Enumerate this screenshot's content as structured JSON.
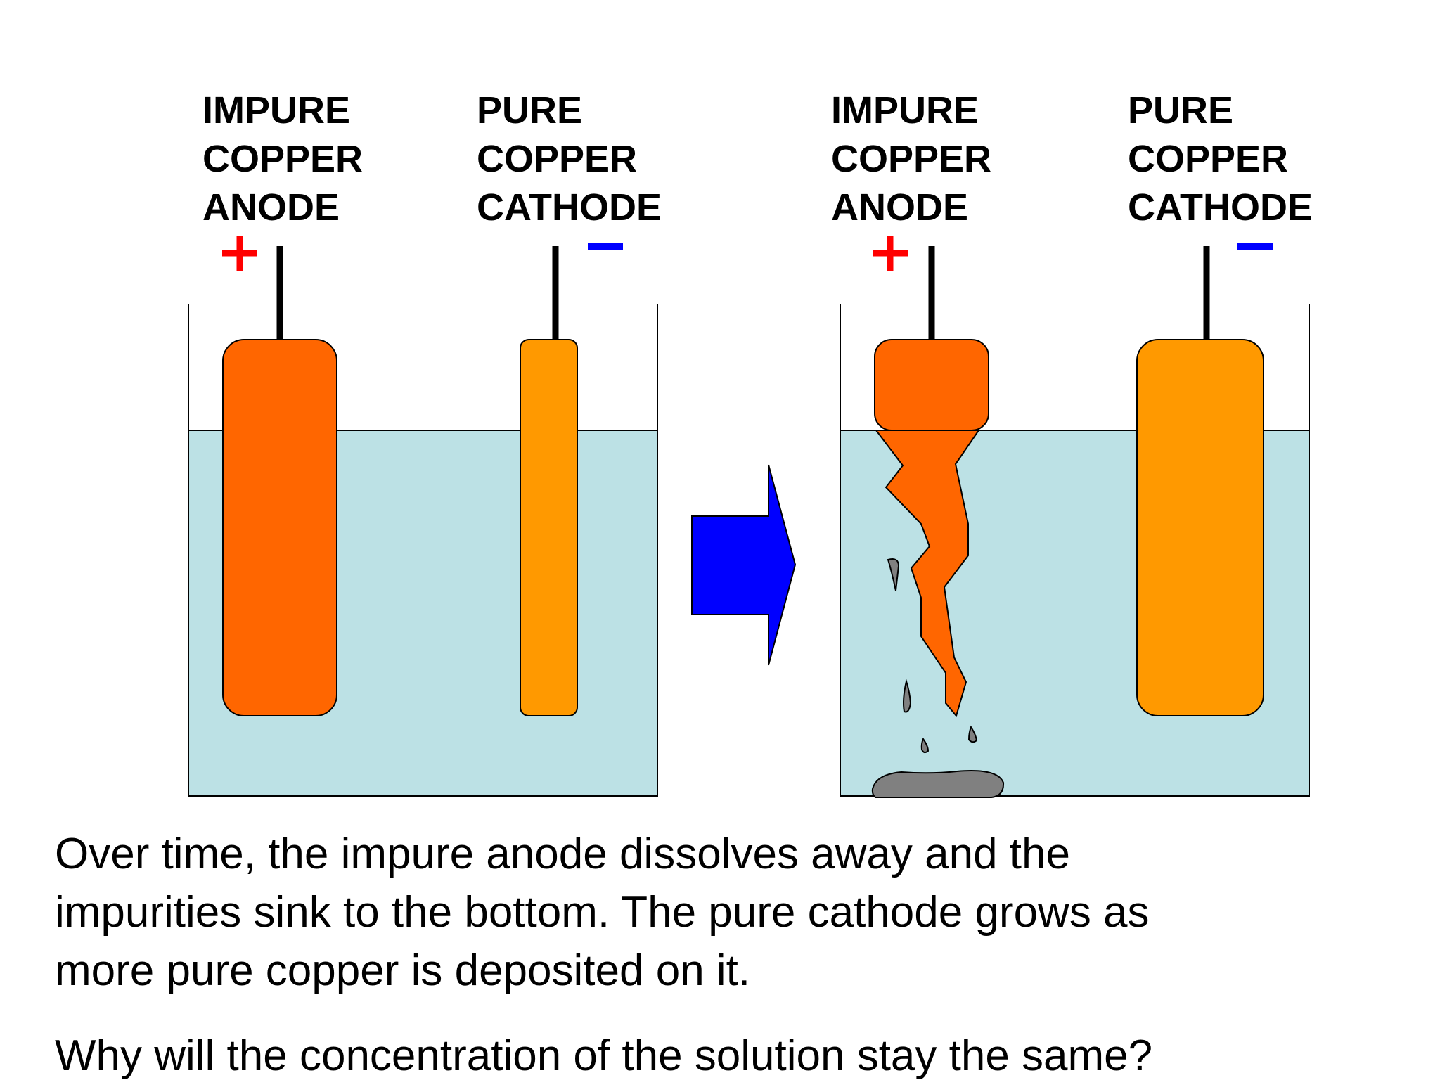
{
  "colors": {
    "solution": "#bce1e5",
    "impure_copper": "#ff6600",
    "pure_copper": "#ff9900",
    "impurity": "#808080",
    "positive_sign": "#ff0000",
    "negative_sign": "#0000ff",
    "arrow": "#0000ff",
    "outline": "#000000"
  },
  "before_cell": {
    "anode_label": [
      "IMPURE",
      "COPPER",
      "ANODE"
    ],
    "cathode_label": [
      "PURE",
      "COPPER",
      "CATHODE"
    ],
    "anode_sign": "+",
    "cathode_sign": "−"
  },
  "after_cell": {
    "anode_label": [
      "IMPURE",
      "COPPER",
      "ANODE"
    ],
    "cathode_label": [
      "PURE",
      "COPPER",
      "CATHODE"
    ],
    "anode_sign": "+",
    "cathode_sign": "−"
  },
  "caption": {
    "lines": [
      "Over time, the impure anode dissolves away and the",
      "impurities sink to the bottom. The pure cathode grows as",
      "more pure copper is deposited on it."
    ],
    "question": "Why will the concentration of the solution stay the same?"
  }
}
